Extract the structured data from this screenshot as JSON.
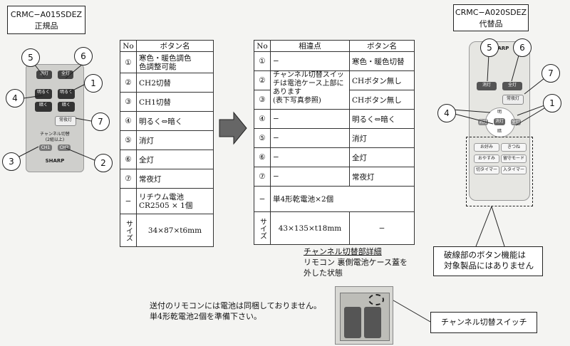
{
  "left_model": {
    "code": "CRMC−A015SDEZ",
    "label": "正規品"
  },
  "right_model": {
    "code": "CRMC−A020SDEZ",
    "label": "代替品"
  },
  "left_table": {
    "headers": [
      "No",
      "ボタン名"
    ],
    "rows": [
      [
        "①",
        "寒色・暖色調色\n色調整可能"
      ],
      [
        "②",
        "CH2切替"
      ],
      [
        "③",
        "CH1切替"
      ],
      [
        "④",
        "明るく⇔暗く"
      ],
      [
        "⑤",
        "消灯"
      ],
      [
        "⑥",
        "全灯"
      ],
      [
        "⑦",
        "常夜灯"
      ],
      [
        "−",
        "リチウム電池\nCR2505 × 1個"
      ],
      [
        "サイズ",
        "34×87×t6mm"
      ]
    ]
  },
  "right_table": {
    "headers": [
      "No",
      "相違点",
      "ボタン名"
    ],
    "rows": [
      [
        "①",
        "−",
        "寒色・暖色切替"
      ],
      [
        "②",
        "チャンネル切替スイッチは電池ケース上部にあります\n(表下写真参照)",
        "CHボタン無し"
      ],
      [
        "③",
        "",
        "CHボタン無し"
      ],
      [
        "④",
        "−",
        "明るく⇔暗く"
      ],
      [
        "⑤",
        "−",
        "消灯"
      ],
      [
        "⑥",
        "−",
        "全灯"
      ],
      [
        "⑦",
        "−",
        "常夜灯"
      ],
      [
        "−",
        "単4形乾電池×2個",
        ""
      ],
      [
        "サイズ",
        "43×135×t18mm",
        "−"
      ]
    ]
  },
  "callout_numbers": [
    "1",
    "2",
    "3",
    "4",
    "5",
    "6",
    "7"
  ],
  "left_remote": {
    "brand": "SHARP",
    "buttons": [
      "消灯",
      "全灯",
      "明るく",
      "明るく",
      "暗く",
      "暗く",
      "常夜灯",
      "CH1",
      "CH2"
    ],
    "channel_text": "チャンネル切替",
    "sub_text": "(2組以上)"
  },
  "right_remote": {
    "brand": "SHARP",
    "buttons": [
      "消灯",
      "全灯",
      "常夜灯",
      "明",
      "暗",
      "消灯",
      "消灯",
      "全灯",
      "お好み",
      "きつね",
      "おやすみ",
      "留守モード",
      "切タイマー",
      "入タイマー"
    ]
  },
  "detail_title": "チャンネル切替部詳細",
  "detail_text": "リモコン 裏側電池ケース蓋を\n外した状態",
  "dashed_note": "破線部のボタン機能は\n対象製品にはありません",
  "switch_label": "チャンネル切替スイッチ",
  "battery_note": "送付のリモコンには電池は同梱しておりません。\n単4形乾電池2個を準備下さい。"
}
